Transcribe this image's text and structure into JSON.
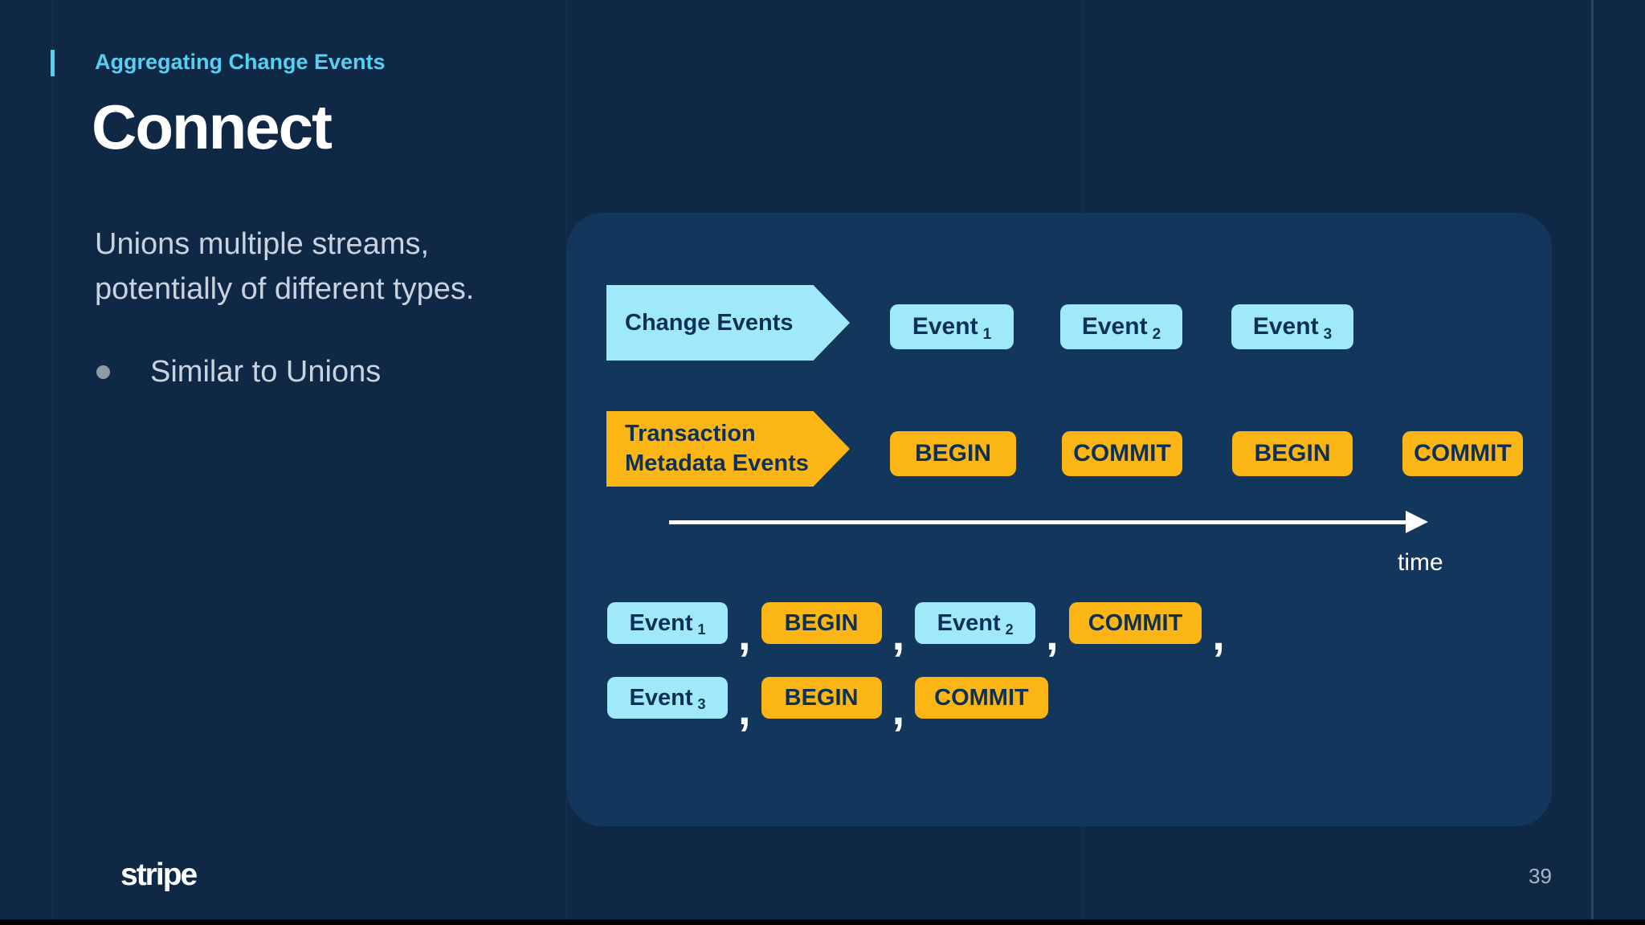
{
  "header": {
    "eyebrow": "Aggregating Change Events",
    "title": "Connect"
  },
  "body": {
    "line1": "Unions multiple streams,",
    "line2": "potentially of different types.",
    "bullet": "Similar to Unions"
  },
  "diagram": {
    "change_stream_label": "Change Events",
    "txn_stream_label_line1": "Transaction",
    "txn_stream_label_line2": "Metadata Events",
    "change_events": [
      {
        "text": "Event",
        "sub": "1"
      },
      {
        "text": "Event",
        "sub": "2"
      },
      {
        "text": "Event",
        "sub": "3"
      }
    ],
    "txn_events": [
      "BEGIN",
      "COMMIT",
      "BEGIN",
      "COMMIT"
    ],
    "time_label": "time",
    "comma": ",",
    "merged_row1": [
      {
        "kind": "change",
        "text": "Event",
        "sub": "1"
      },
      {
        "kind": "txn",
        "text": "BEGIN"
      },
      {
        "kind": "change",
        "text": "Event",
        "sub": "2"
      },
      {
        "kind": "txn",
        "text": "COMMIT"
      }
    ],
    "merged_row2": [
      {
        "kind": "change",
        "text": "Event",
        "sub": "3"
      },
      {
        "kind": "txn",
        "text": "BEGIN"
      },
      {
        "kind": "txn",
        "text": "COMMIT"
      }
    ]
  },
  "footer": {
    "logo": "stripe",
    "page_number": "39"
  },
  "colors": {
    "background": "#0f2845",
    "panel": "#13365c",
    "cyan": "#a0e9fb",
    "yellow": "#fbb616",
    "accent_text": "#55d0f2",
    "dark_text": "#0d3055",
    "body_text": "#c9d3df",
    "white": "#ffffff"
  }
}
